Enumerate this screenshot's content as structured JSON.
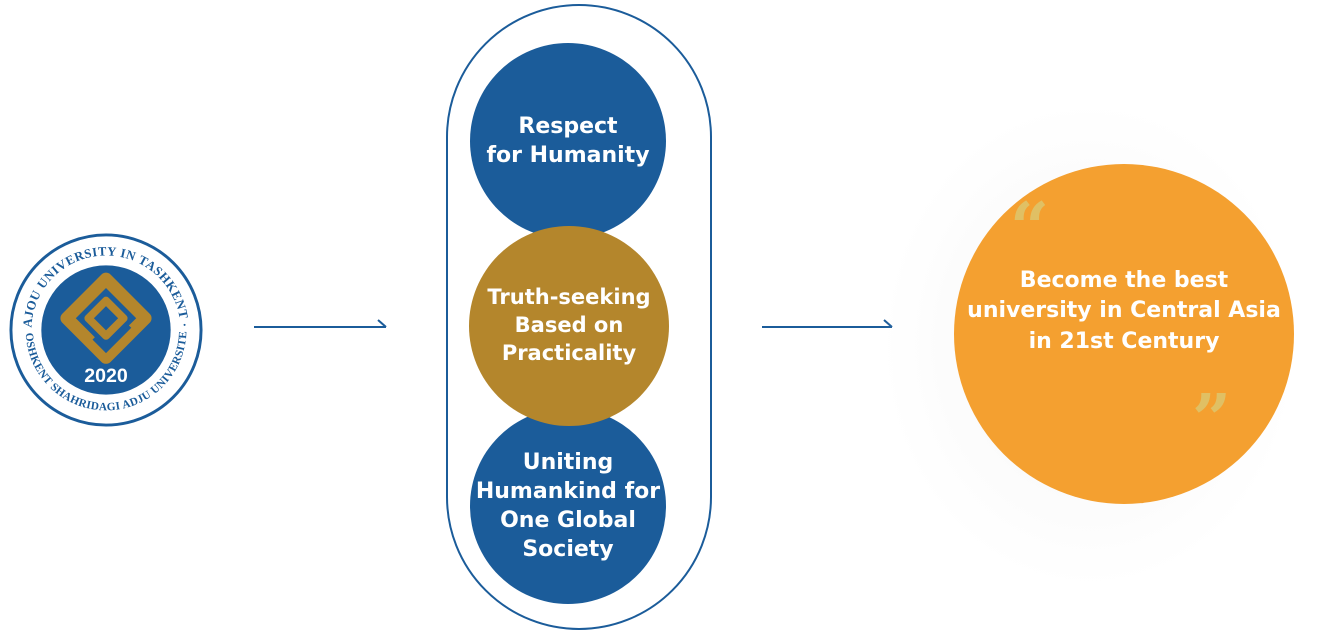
{
  "logo": {
    "ring_text_top": "AJOU UNIVERSITY IN TASHKENT ·",
    "ring_text_bottom": "· TOSHKENT SHAHRIDAGI ADJU UNIVERSITETI",
    "year": "2020",
    "colors": {
      "blue": "#1b5c9a",
      "gold": "#b4862c"
    }
  },
  "values": [
    {
      "lines": [
        "Respect",
        "for Humanity"
      ],
      "color": "#1b5c9a"
    },
    {
      "lines": [
        "Truth-seeking",
        "Based on",
        "Practicality"
      ],
      "color": "#b4862c"
    },
    {
      "lines": [
        "Uniting",
        "Humankind for",
        "One Global",
        "Society"
      ],
      "color": "#1b5c9a"
    }
  ],
  "vision": {
    "lines": [
      "Become the best",
      "university in Central Asia",
      "in 21st Century"
    ],
    "open_quote": "“",
    "close_quote": "”",
    "color": "#f4a030"
  },
  "arrow_color": "#1b5c9a"
}
